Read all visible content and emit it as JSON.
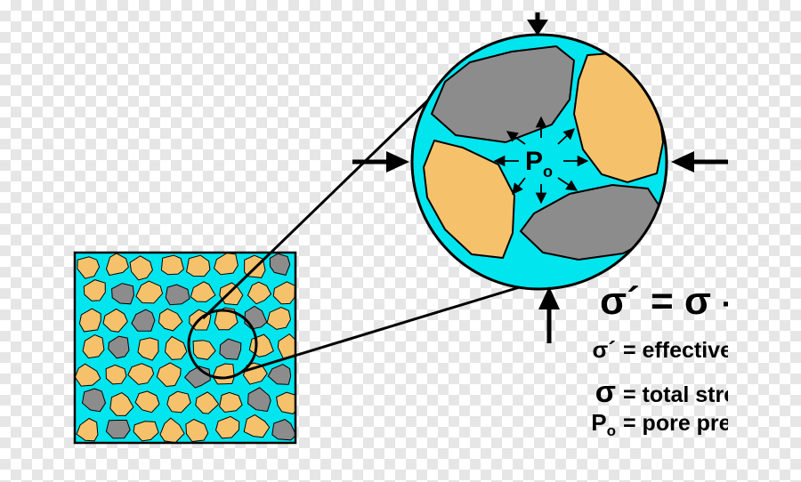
{
  "colors": {
    "pore_fluid": "#00e5ee",
    "grain_orange": "#f5c26b",
    "grain_gray": "#8c8c8c",
    "outline": "#000000"
  },
  "diagram": {
    "pore_pressure_symbol": "P",
    "pore_pressure_subscript": "o",
    "equation": "σ´ = σ -"
  },
  "legend": [
    {
      "symbol": "σ´",
      "symbol_sub": "",
      "text": "= effective stress"
    },
    {
      "symbol": "σ",
      "symbol_sub": "",
      "text": "= total stress"
    },
    {
      "symbol": "P",
      "symbol_sub": "o",
      "text": "= pore pressure"
    }
  ]
}
